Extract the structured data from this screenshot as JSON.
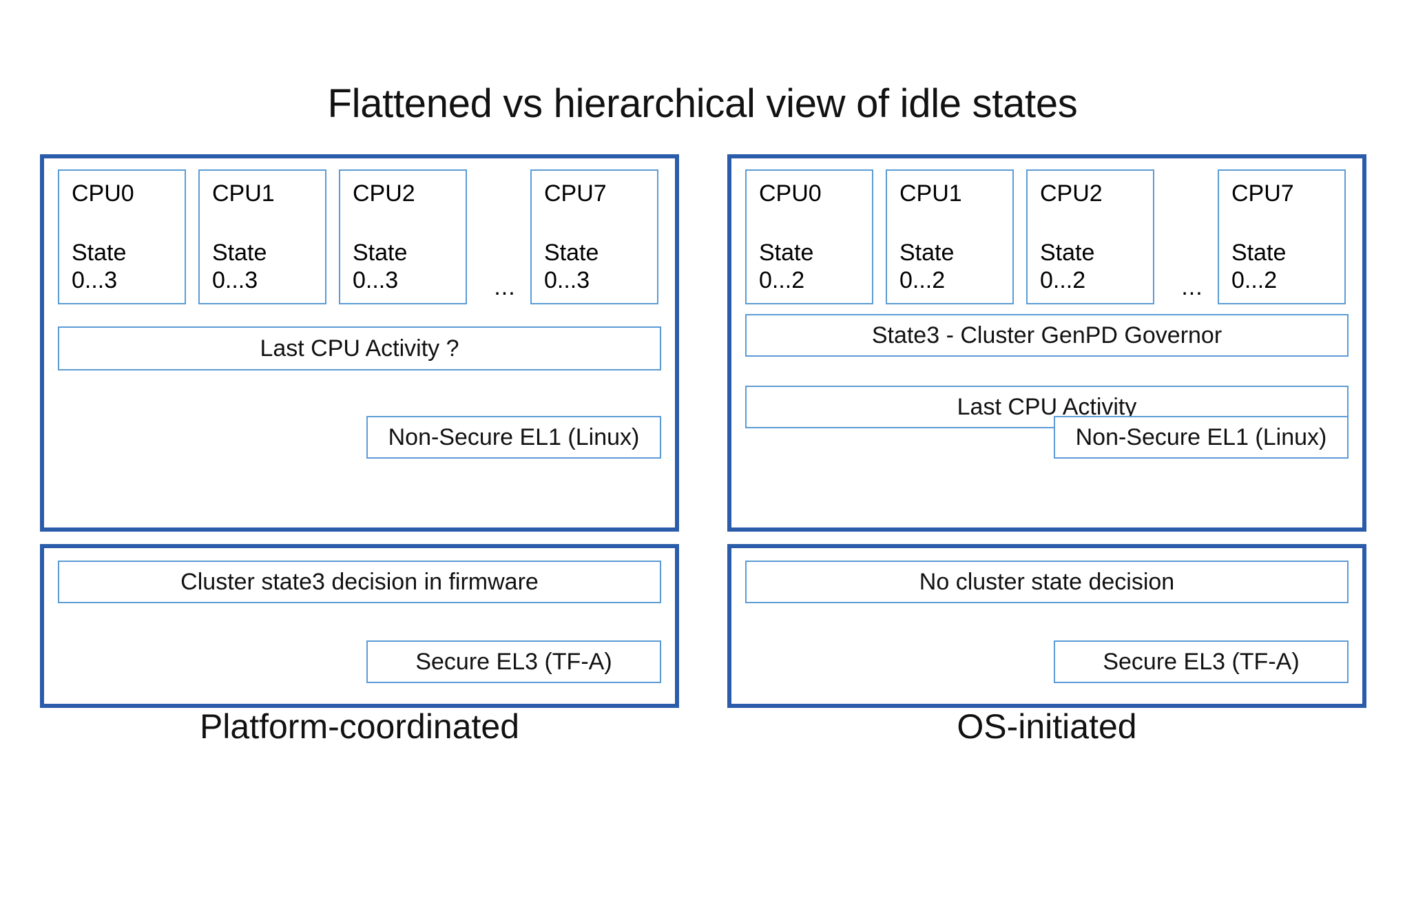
{
  "slide": {
    "title": "Flattened vs hierarchical view of idle states",
    "accent_color": "#2a5caa",
    "inner_border_color": "#5b9bd5",
    "background_color": "#ffffff"
  },
  "left_column": {
    "caption": "Platform-coordinated",
    "os_panel": {
      "cpus": [
        {
          "name": "CPU0",
          "state_label": "State",
          "state_range": "0...3"
        },
        {
          "name": "CPU1",
          "state_label": "State",
          "state_range": "0...3"
        },
        {
          "name": "CPU2",
          "state_label": "State",
          "state_range": "0...3"
        },
        {
          "name": "CPU7",
          "state_label": "State",
          "state_range": "0...3"
        }
      ],
      "ellipsis": "...",
      "bars": [
        {
          "label": "Last CPU Activity ?"
        }
      ],
      "exception_level": "Non-Secure EL1 (Linux)"
    },
    "fw_panel": {
      "decision": "Cluster state3 decision in firmware",
      "exception_level": "Secure EL3 (TF-A)"
    }
  },
  "right_column": {
    "caption": "OS-initiated",
    "os_panel": {
      "cpus": [
        {
          "name": "CPU0",
          "state_label": "State",
          "state_range": "0...2"
        },
        {
          "name": "CPU1",
          "state_label": "State",
          "state_range": "0...2"
        },
        {
          "name": "CPU2",
          "state_label": "State",
          "state_range": "0...2"
        },
        {
          "name": "CPU7",
          "state_label": "State",
          "state_range": "0...2"
        }
      ],
      "ellipsis": "...",
      "bars": [
        {
          "label": "State3 - Cluster GenPD Governor"
        },
        {
          "label": "Last CPU Activity"
        }
      ],
      "exception_level": "Non-Secure EL1 (Linux)"
    },
    "fw_panel": {
      "decision": "No cluster state decision",
      "exception_level": "Secure EL3 (TF-A)"
    }
  }
}
